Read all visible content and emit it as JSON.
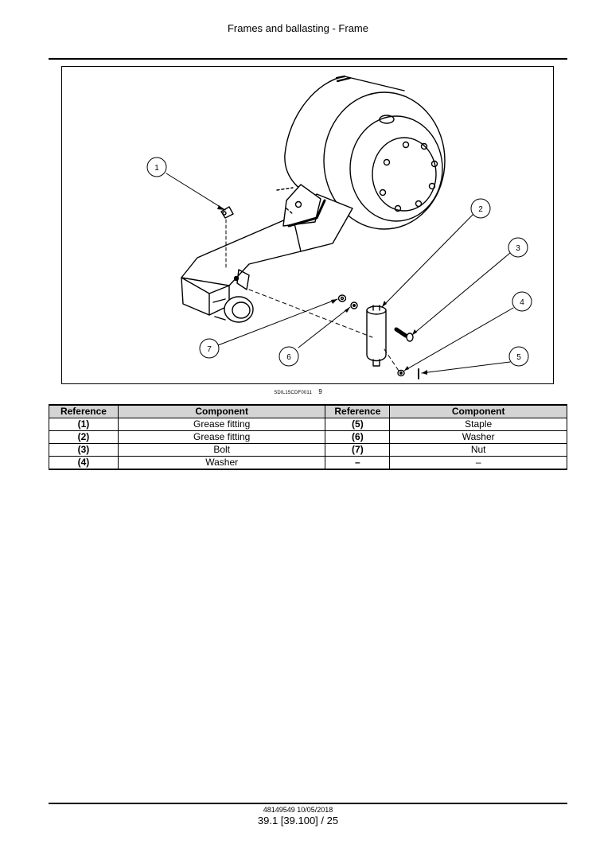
{
  "header": {
    "title": "Frames and ballasting - Frame"
  },
  "figure": {
    "image_code": "SDIL15CDF0011",
    "figure_number": "9",
    "callouts": [
      "1",
      "2",
      "3",
      "4",
      "5",
      "6",
      "7"
    ]
  },
  "parts_table": {
    "headers": [
      "Reference",
      "Component",
      "Reference",
      "Component"
    ],
    "rows": [
      [
        "(1)",
        "Grease fitting",
        "(5)",
        "Staple"
      ],
      [
        "(2)",
        "Grease fitting",
        "(6)",
        "Washer"
      ],
      [
        "(3)",
        "Bolt",
        "(7)",
        "Nut"
      ],
      [
        "(4)",
        "Washer",
        "–",
        "–"
      ]
    ]
  },
  "footer": {
    "doc_ref": "48149549 10/05/2018",
    "page_ref": "39.1 [39.100] / 25"
  }
}
